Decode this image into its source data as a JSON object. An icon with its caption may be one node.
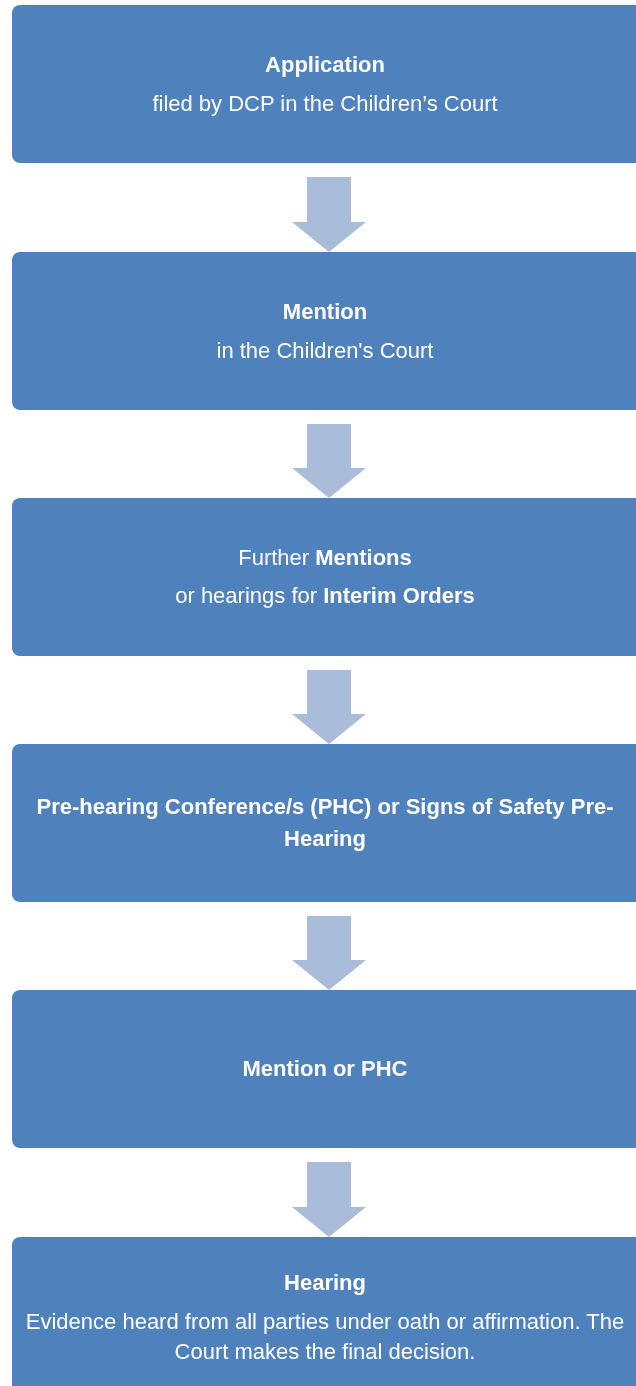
{
  "diagram": {
    "nodes": [
      {
        "text": [
          "Application",
          "filed by DCP in the Children’s Court"
        ]
      },
      {
        "text": [
          "Mention",
          "in the Children's Court"
        ]
      },
      {
        "text": [
          "Further **Mentions**",
          "or hearings for **Interim Orders**"
        ]
      },
      {
        "text": [
          "Pre-hearing Conference/s (PHC) or Signs of Safety Pre-Hearing"
        ]
      },
      {
        "text": [
          "Mention or PHC"
        ]
      },
      {
        "text": [
          "Hearing",
          "Evidence heard from all parties under oath or affirmation.  The Court makes the final decision."
        ]
      }
    ],
    "edges": [
      {
        "from": 0,
        "to": 1,
        "arrow": "to"
      },
      {
        "from": 1,
        "to": 2,
        "arrow": "to"
      },
      {
        "from": 2,
        "to": 3,
        "arrow": "to"
      },
      {
        "from": 3,
        "to": 4,
        "arrow": "to"
      },
      {
        "from": 4,
        "to": 5,
        "arrow": "to"
      }
    ]
  }
}
